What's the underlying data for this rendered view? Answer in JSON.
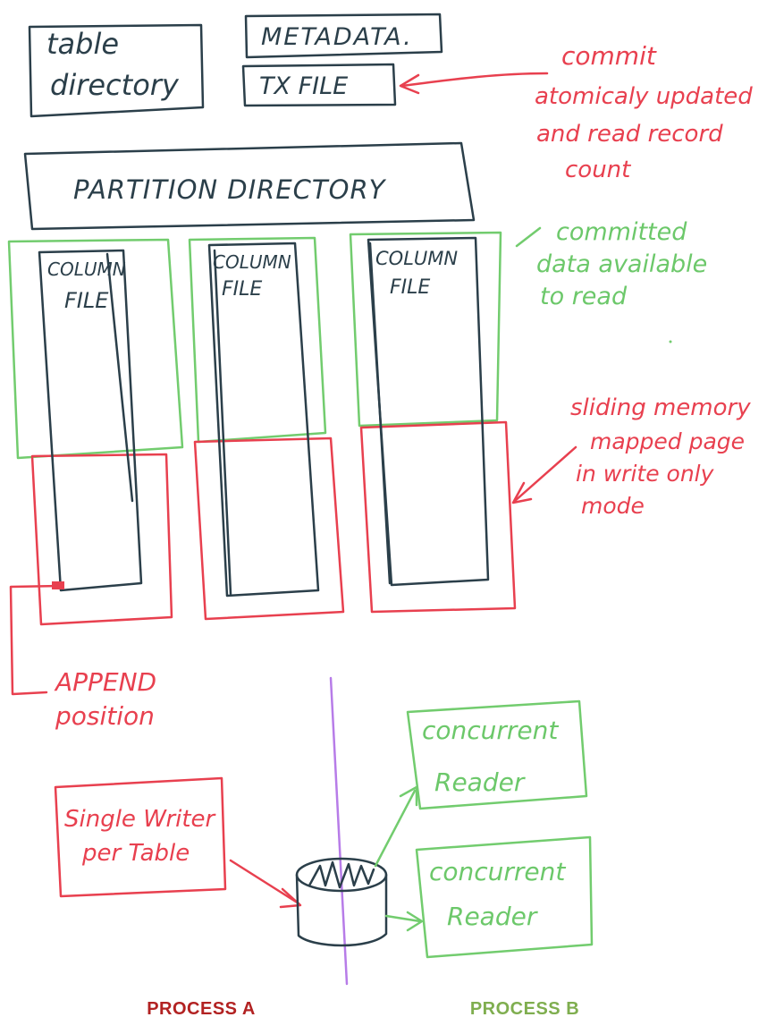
{
  "diagram": {
    "table_directory": [
      "table",
      "directory"
    ],
    "metadata": "METADATA.",
    "tx_file": "TX FILE",
    "commit_note": [
      "commit",
      "atomicaly updated",
      "and read record",
      "count"
    ],
    "partition_directory": "PARTITION DIRECTORY",
    "committed_note": [
      "committed",
      "data available",
      "to read"
    ],
    "columns": [
      {
        "line1": "COLUMN",
        "line2": "FILE"
      },
      {
        "line1": "COLUMN",
        "line2": "FILE"
      },
      {
        "line1": "COLUMN",
        "line2": "FILE"
      }
    ],
    "sliding_note": [
      "sliding memory",
      "mapped page",
      "in write only",
      "mode"
    ],
    "append_note": [
      "APPEND",
      "position"
    ],
    "writer": [
      "Single Writer",
      "per Table"
    ],
    "readers": [
      {
        "line1": "concurrent",
        "line2": "Reader"
      },
      {
        "line1": "concurrent",
        "line2": "Reader"
      }
    ]
  },
  "process_labels": {
    "a": "PROCESS A",
    "b": "PROCESS B"
  },
  "colors": {
    "dark": "#2b3f4a",
    "red": "#e8404f",
    "green": "#6cc86a",
    "purple": "#b77ce8",
    "process_a": "#b22222",
    "process_b": "#7fae4f"
  }
}
